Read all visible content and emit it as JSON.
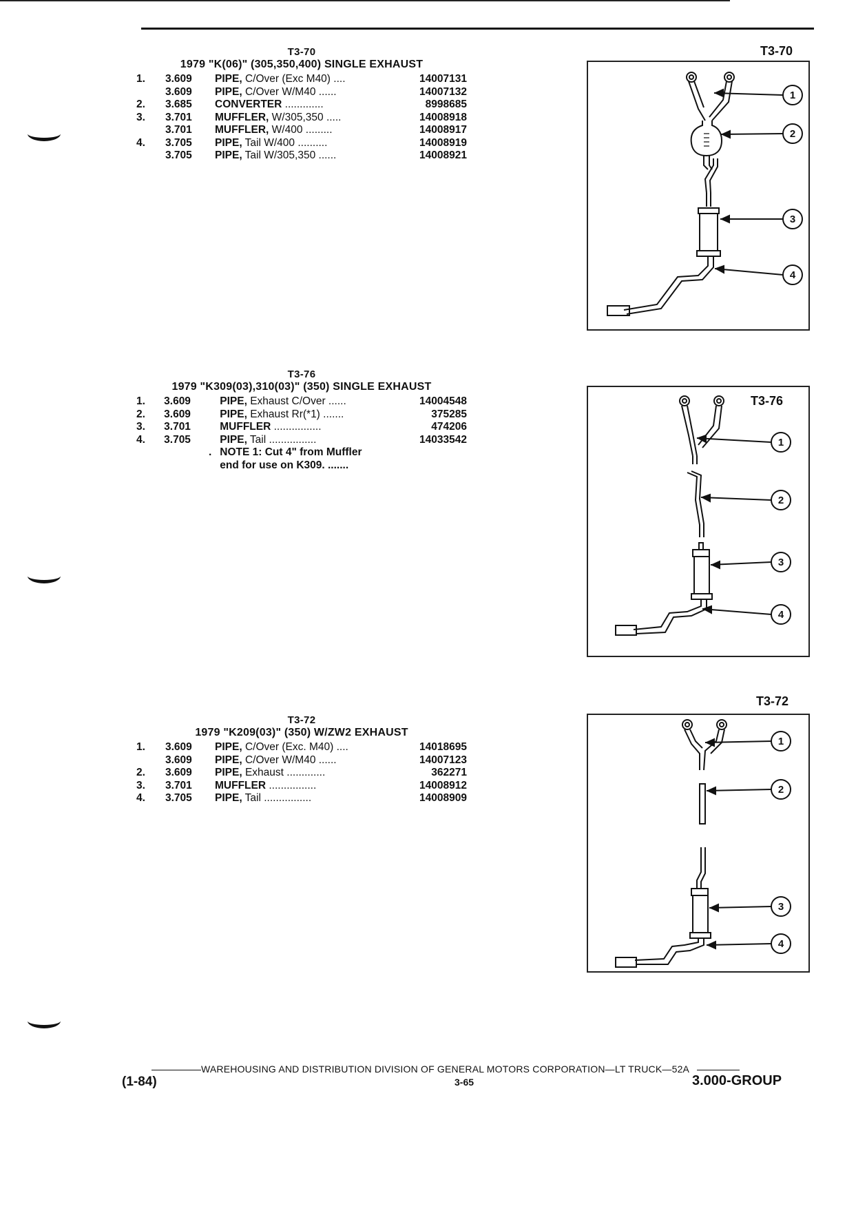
{
  "sections": [
    {
      "code": "T3-70",
      "title": "1979 \"K(06)\" (305,350,400) SINGLE EXHAUST",
      "rows": [
        {
          "num": "1.",
          "group": "3.609",
          "name": "PIPE,",
          "desc": "C/Over (Exc M40)",
          "dots": " ....",
          "part": "14007131"
        },
        {
          "num": "",
          "group": "3.609",
          "name": "PIPE,",
          "desc": "C/Over W/M40",
          "dots": " ......",
          "part": "14007132"
        },
        {
          "num": "2.",
          "group": "3.685",
          "name": "CONVERTER",
          "desc": "",
          "dots": " .............",
          "part": "8998685"
        },
        {
          "num": "3.",
          "group": "3.701",
          "name": "MUFFLER,",
          "desc": "W/305,350",
          "dots": " .....",
          "part": "14008918"
        },
        {
          "num": "",
          "group": "3.701",
          "name": "MUFFLER,",
          "desc": "W/400",
          "dots": " .........",
          "part": "14008917"
        },
        {
          "num": "4.",
          "group": "3.705",
          "name": "PIPE,",
          "desc": "Tail W/400",
          "dots": " ..........",
          "part": "14008919"
        },
        {
          "num": "",
          "group": "3.705",
          "name": "PIPE,",
          "desc": "Tail W/305,350",
          "dots": " ......",
          "part": "14008921"
        }
      ],
      "note": []
    },
    {
      "code": "T3-76",
      "title": "1979 \"K309(03),310(03)\" (350) SINGLE EXHAUST",
      "rows": [
        {
          "num": "1.",
          "group": "3.609",
          "name": "PIPE,",
          "desc": "Exhaust C/Over",
          "dots": " ......",
          "part": "14004548"
        },
        {
          "num": "2.",
          "group": "3.609",
          "name": "PIPE,",
          "desc": "Exhaust Rr(*1)",
          "dots": " .......",
          "part": "375285"
        },
        {
          "num": "3.",
          "group": "3.701",
          "name": "MUFFLER",
          "desc": "",
          "dots": " ................",
          "part": "474206"
        },
        {
          "num": "4.",
          "group": "3.705",
          "name": "PIPE,",
          "desc": "Tail",
          "dots": " ................",
          "part": "14033542"
        }
      ],
      "note": [
        "NOTE 1: Cut 4\" from Muffler",
        "end for use on K309. ......."
      ]
    },
    {
      "code": "T3-72",
      "title": "1979 \"K209(03)\" (350) W/ZW2 EXHAUST",
      "rows": [
        {
          "num": "1.",
          "group": "3.609",
          "name": "PIPE,",
          "desc": "C/Over (Exc. M40)",
          "dots": " ....",
          "part": "14018695"
        },
        {
          "num": "",
          "group": "3.609",
          "name": "PIPE,",
          "desc": "C/Over W/M40",
          "dots": " ......",
          "part": "14007123"
        },
        {
          "num": "2.",
          "group": "3.609",
          "name": "PIPE,",
          "desc": "Exhaust",
          "dots": " .............",
          "part": "362271"
        },
        {
          "num": "3.",
          "group": "3.701",
          "name": "MUFFLER",
          "desc": "",
          "dots": " ................",
          "part": "14008912"
        },
        {
          "num": "4.",
          "group": "3.705",
          "name": "PIPE,",
          "desc": "Tail",
          "dots": " ................",
          "part": "14008909"
        }
      ],
      "note": []
    }
  ],
  "diagrams": [
    {
      "label": "T3-70",
      "callouts": [
        "1",
        "2",
        "3",
        "4"
      ]
    },
    {
      "label": "T3-76",
      "callouts": [
        "1",
        "2",
        "3",
        "4"
      ]
    },
    {
      "label": "T3-72",
      "callouts": [
        "1",
        "2",
        "3",
        "4"
      ]
    }
  ],
  "footer": {
    "division": "WAREHOUSING AND DISTRIBUTION  DIVISION OF GENERAL MOTORS CORPORATION—LT TRUCK—52A",
    "date": "(1-84)",
    "page": "3-65",
    "group": "3.000-GROUP"
  }
}
